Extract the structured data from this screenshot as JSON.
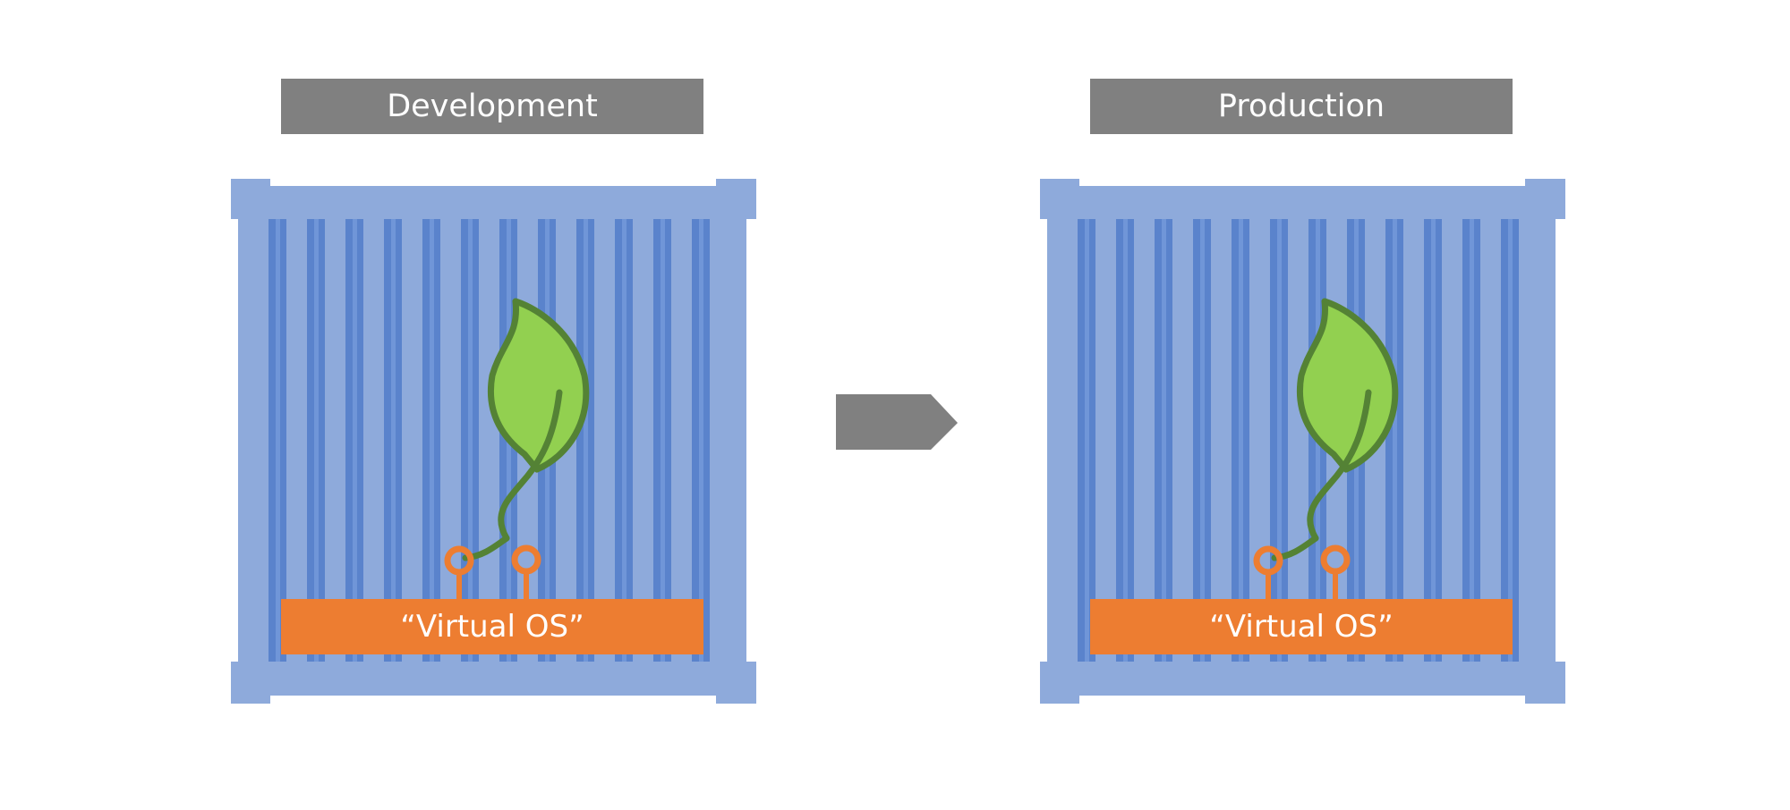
{
  "development": {
    "title": "Development",
    "os_label": "“Virtual OS”"
  },
  "production": {
    "title": "Production",
    "os_label": "“Virtual OS”"
  },
  "colors": {
    "title_bg": "#808080",
    "container_light": "#8eaadb",
    "container_dark": "#5a83cc",
    "os_bar": "#ed7d31",
    "leaf_fill": "#92d050",
    "leaf_stroke": "#548235",
    "arrow": "#808080"
  },
  "icons": {
    "development_container": "shipping-container-icon",
    "development_app": "leaf-icon",
    "production_container": "shipping-container-icon",
    "production_app": "leaf-icon",
    "transition": "chevron-arrow-icon"
  }
}
